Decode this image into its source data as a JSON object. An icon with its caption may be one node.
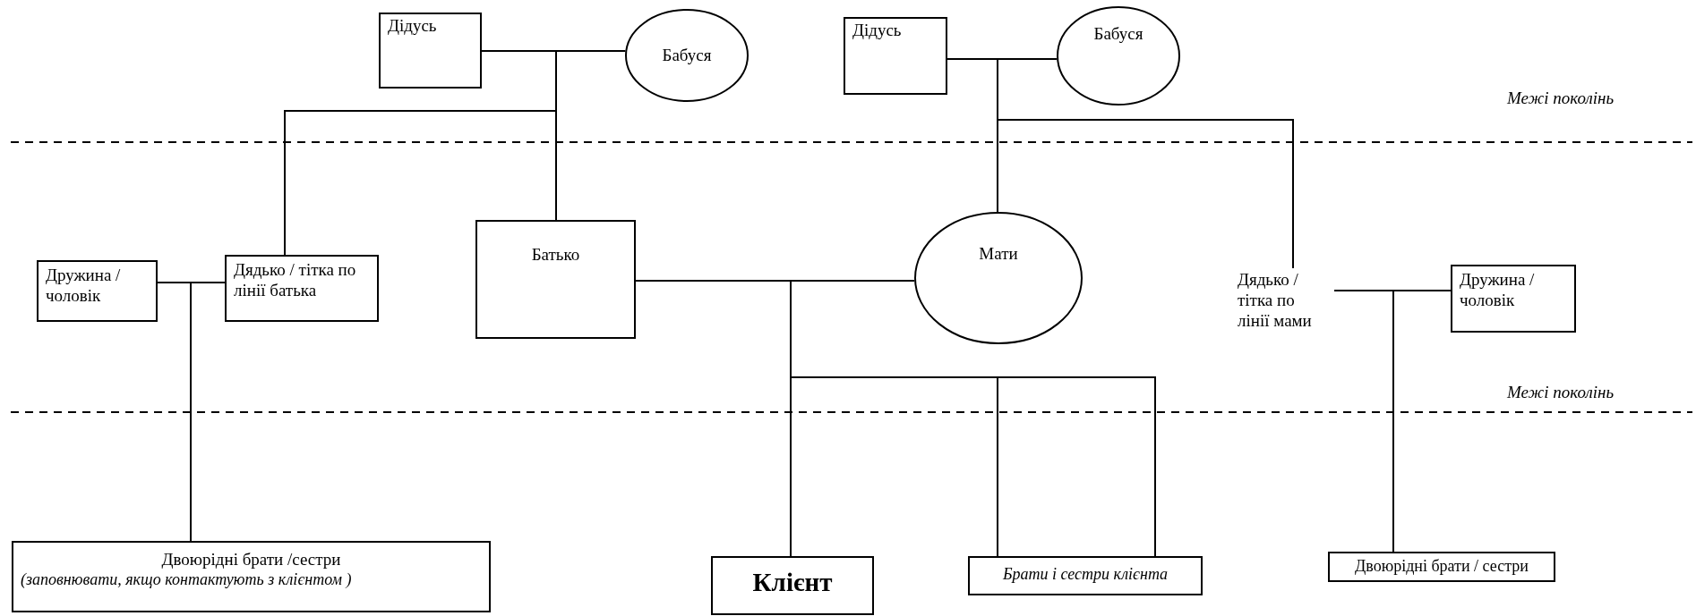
{
  "diagram": {
    "nodes": [
      {
        "text": [
          "Дідусь"
        ]
      },
      {
        "text": [
          "Бабуся"
        ]
      },
      {
        "text": [
          "Дідусь"
        ]
      },
      {
        "text": [
          "Бабуся"
        ]
      },
      {
        "text": [
          "Дружина / чоловік"
        ]
      },
      {
        "text": [
          "Дядько / тітка по лінії батька"
        ]
      },
      {
        "text": [
          "Батько"
        ]
      },
      {
        "text": [
          "Мати"
        ]
      },
      {
        "text": [
          "Дядько / тітка по лінії мами"
        ]
      },
      {
        "text": [
          "Дружина / чоловік"
        ]
      },
      {
        "text": [
          "Двоюрідні брати /сестри",
          "(заповнювати, якщо контактують з клієнтом )"
        ]
      },
      {
        "text": [
          "Клієнт"
        ]
      },
      {
        "text": [
          "Брати і сестри клієнта"
        ]
      },
      {
        "text": [
          "Двоюрідні брати / сестри"
        ]
      }
    ],
    "edges": [
      {
        "from": 0,
        "to": 1,
        "arrow": "none"
      },
      {
        "from": 0,
        "to": 5,
        "arrow": "none"
      },
      {
        "from": 0,
        "to": 6,
        "arrow": "none"
      },
      {
        "from": 2,
        "to": 3,
        "arrow": "none"
      },
      {
        "from": 2,
        "to": 7,
        "arrow": "none"
      },
      {
        "from": 2,
        "to": 8,
        "arrow": "none"
      },
      {
        "from": 4,
        "to": 5,
        "arrow": "none"
      },
      {
        "from": 4,
        "to": 10,
        "arrow": "none"
      },
      {
        "from": 6,
        "to": 7,
        "arrow": "none"
      },
      {
        "from": 6,
        "to": 11,
        "arrow": "none"
      },
      {
        "from": 6,
        "to": 12,
        "arrow": "none"
      },
      {
        "from": 6,
        "to": 12,
        "arrow": "none"
      },
      {
        "from": 8,
        "to": 9,
        "arrow": "none"
      },
      {
        "from": 8,
        "to": 13,
        "arrow": "none"
      }
    ],
    "labels": [
      "Межі поколінь",
      "Межі поколінь"
    ]
  }
}
